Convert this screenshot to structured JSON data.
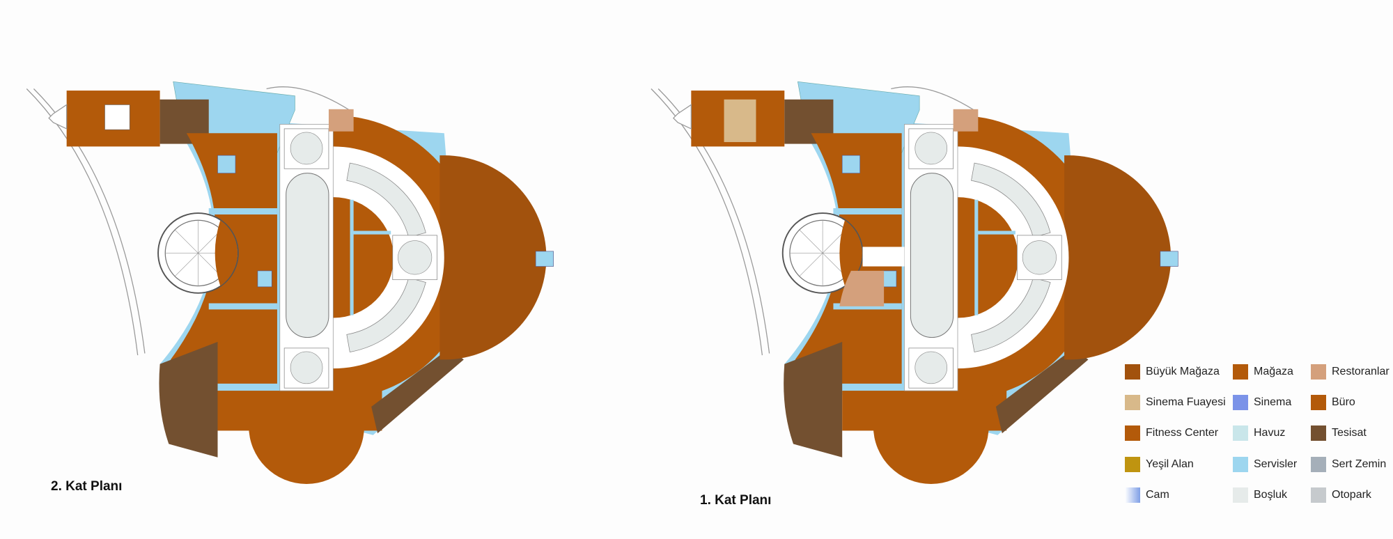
{
  "titles": {
    "plan_2": "2. Kat Planı",
    "plan_1": "1. Kat Planı"
  },
  "colors": {
    "magaza": "#b35a0a",
    "buyuk_magaza": "#a2520d",
    "tesisat": "#735030",
    "servisler": "#9dd6ef",
    "bosluk": "#e6ebea",
    "restoran": "#d4a07c",
    "sinema_fuayesi": "#d8b98a",
    "outline": "#8a8a8a"
  },
  "legend": [
    {
      "label": "Büyük Mağaza",
      "color": "#a2520d"
    },
    {
      "label": "Mağaza",
      "color": "#b35a0a"
    },
    {
      "label": "Restoranlar",
      "color": "#d4a07c"
    },
    {
      "label": "Sinema Fuayesi",
      "color": "#d8b98a"
    },
    {
      "label": "Sinema",
      "color": "#7b93e8"
    },
    {
      "label": "Büro",
      "color": "#b35a0a"
    },
    {
      "label": "Fitness Center",
      "color": "#b35a0a"
    },
    {
      "label": "Havuz",
      "color": "#c9e6ea"
    },
    {
      "label": "Tesisat",
      "color": "#735030"
    },
    {
      "label": "Yeşil Alan",
      "color": "#bf9410"
    },
    {
      "label": "Servisler",
      "color": "#9dd6ef"
    },
    {
      "label": "Sert Zemin",
      "color": "#a5afb9"
    },
    {
      "label": "Cam",
      "color": "#7f9fe6"
    },
    {
      "label": "Boşluk",
      "color": "#e6ebea"
    },
    {
      "label": "Otopark",
      "color": "#c6cacd"
    }
  ]
}
